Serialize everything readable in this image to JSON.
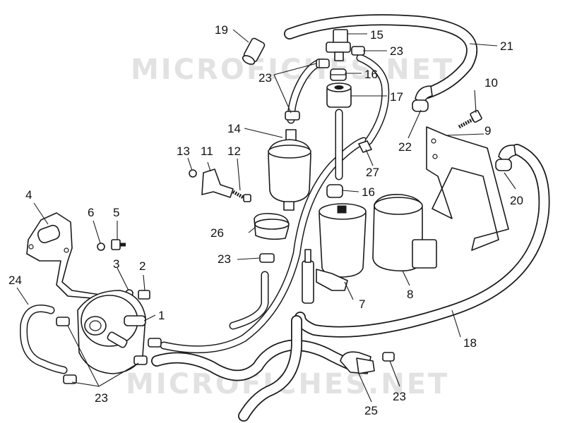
{
  "watermark": "MICROFICHES.NET",
  "labels": [
    "1",
    "2",
    "3",
    "4",
    "5",
    "6",
    "7",
    "8",
    "9",
    "10",
    "11",
    "12",
    "13",
    "14",
    "15",
    "16",
    "16",
    "17",
    "18",
    "19",
    "20",
    "21",
    "22",
    "23",
    "23",
    "23",
    "23",
    "23",
    "24",
    "25",
    "26",
    "27"
  ]
}
